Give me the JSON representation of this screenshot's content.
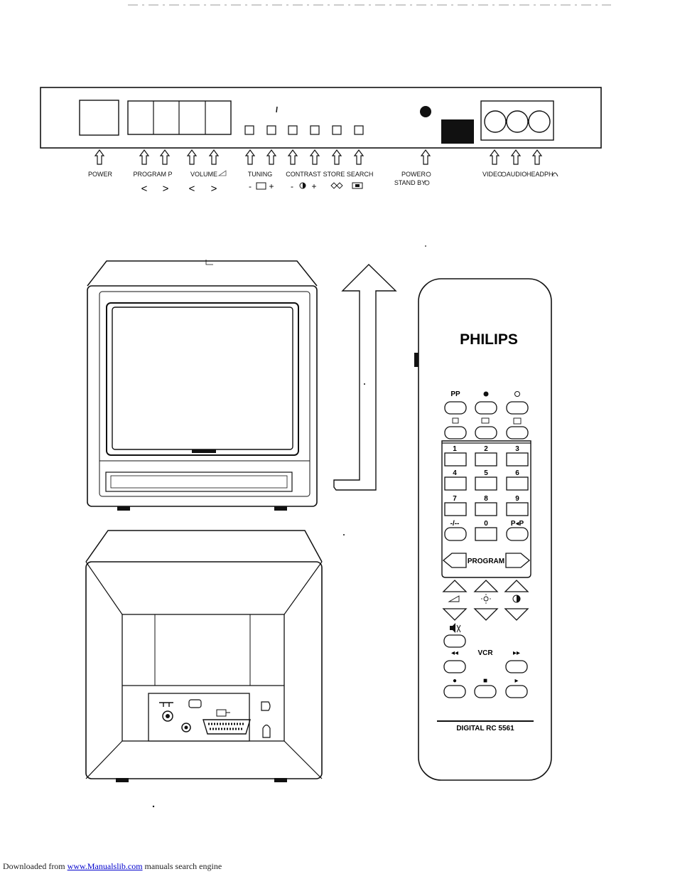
{
  "front_panel": {
    "labels": {
      "power": "POWER",
      "program": "PROGRAM P",
      "volume": "VOLUME",
      "tuning": "TUNING",
      "contrast": "CONTRAST",
      "store_search": "STORE SEARCH",
      "power_led": "POWER",
      "standby": "STAND BY",
      "video": "VIDEO",
      "audio": "AUDIO",
      "headph": "HEADPH."
    },
    "sub_symbols": {
      "prog_down": "<",
      "prog_up": ">",
      "vol_down": "<",
      "vol_up": ">",
      "minus": "-",
      "plus": "+"
    }
  },
  "remote": {
    "brand": "PHILIPS",
    "model": "DIGITAL RC 5561",
    "keys": {
      "pp": "PP",
      "n1": "1",
      "n2": "2",
      "n3": "3",
      "n4": "4",
      "n5": "5",
      "n6": "6",
      "n7": "7",
      "n8": "8",
      "n9": "9",
      "dash": "-/--",
      "n0": "0",
      "pp_swap": "P◂P",
      "program": "PROGRAM",
      "vcr": "VCR",
      "rew": "◂◂",
      "ff": "▸▸",
      "rec": "●",
      "stop": "■",
      "play": "▸"
    }
  },
  "footer": {
    "prefix": "Downloaded from ",
    "link": "www.Manualslib.com",
    "suffix": "  manuals search engine"
  },
  "icons": [
    "up-arrow-icon",
    "dot-icon",
    "circle-icon",
    "headphone-icon",
    "volume-icon",
    "brightness-icon",
    "color-icon",
    "mute-icon",
    "scart-icon",
    "antenna-icon"
  ]
}
